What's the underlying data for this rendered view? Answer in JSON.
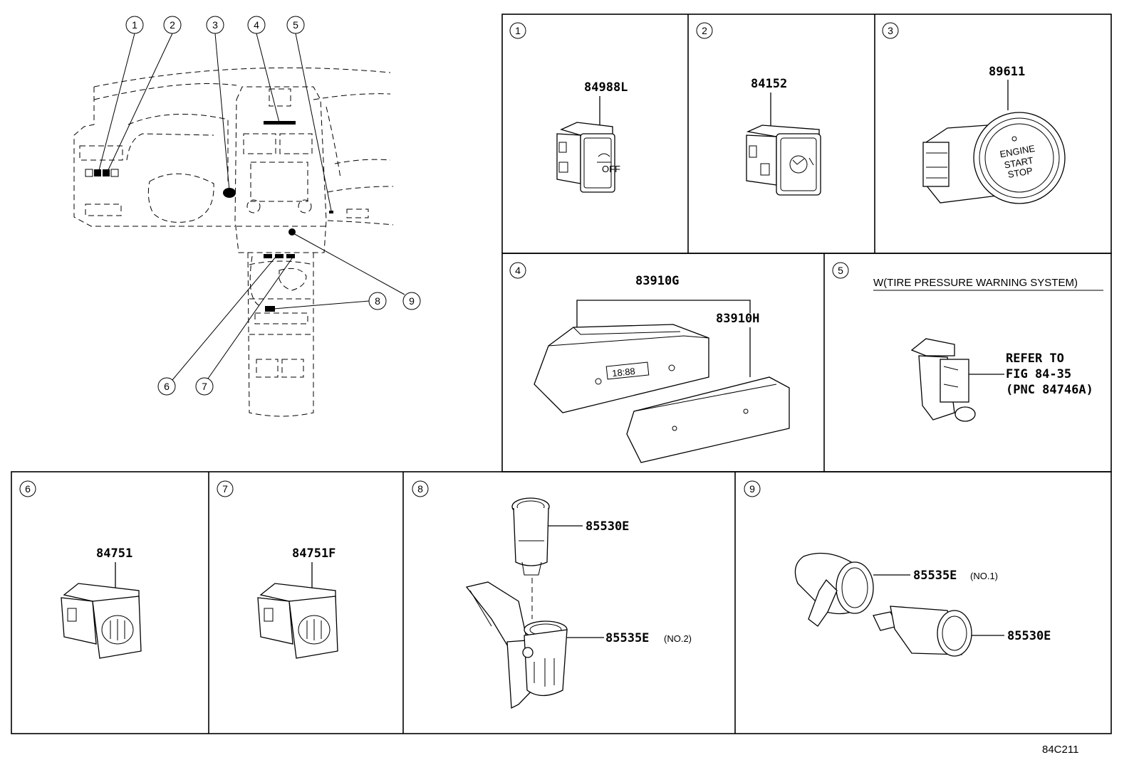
{
  "callouts": [
    "1",
    "2",
    "3",
    "4",
    "5",
    "6",
    "7",
    "8",
    "9"
  ],
  "panels": {
    "p1": {
      "num": "1",
      "part": "84988L"
    },
    "p2": {
      "num": "2",
      "part": "84152"
    },
    "p3": {
      "num": "3",
      "part": "89611",
      "button_text": [
        "ENGINE",
        "START",
        "STOP"
      ]
    },
    "p4": {
      "num": "4",
      "part_a": "83910G",
      "part_b": "83910H",
      "display": "18:88"
    },
    "p5": {
      "num": "5",
      "condition": "W(TIRE PRESSURE WARNING SYSTEM)",
      "refer": [
        "REFER TO",
        "FIG 84-35",
        "(PNC 84746A)"
      ]
    },
    "p6": {
      "num": "6",
      "part": "84751"
    },
    "p7": {
      "num": "7",
      "part": "84751F"
    },
    "p8": {
      "num": "8",
      "part_a": "85530E",
      "part_b": "85535E",
      "part_b_note": "(NO.2)"
    },
    "p9": {
      "num": "9",
      "part_a": "85535E",
      "part_a_note": "(NO.1)",
      "part_b": "85530E"
    }
  },
  "figure_code": "84C211",
  "icons": [
    "circled-number-icon",
    "switch-icon",
    "engine-start-button-icon",
    "clock-panel-icon",
    "socket-icon"
  ]
}
